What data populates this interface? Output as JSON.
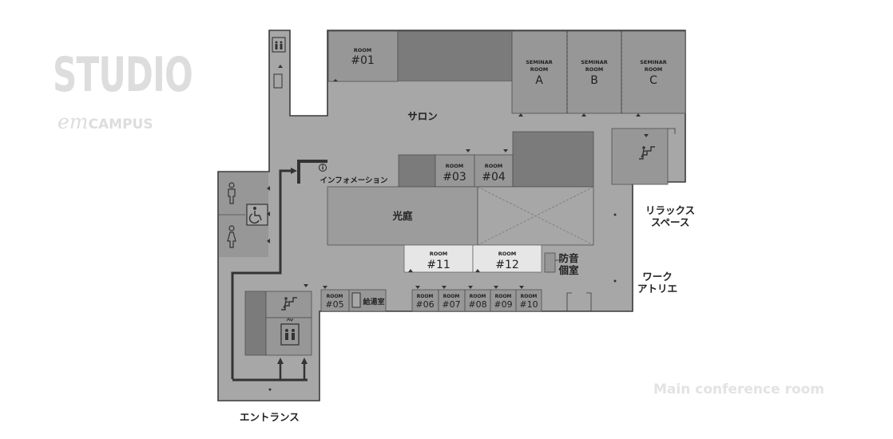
{
  "logo": {
    "main": "STUDIO",
    "sub_em": "em",
    "sub_campus": "CAMPUS"
  },
  "caption": "Main conference room",
  "rooms": {
    "r01": {
      "small": "ROOM",
      "num": "#01"
    },
    "r03": {
      "small": "ROOM",
      "num": "#03"
    },
    "r04": {
      "small": "ROOM",
      "num": "#04"
    },
    "r05": {
      "small": "ROOM",
      "num": "#05"
    },
    "r06": {
      "small": "ROOM",
      "num": "#06"
    },
    "r07": {
      "small": "ROOM",
      "num": "#07"
    },
    "r08": {
      "small": "ROOM",
      "num": "#08"
    },
    "r09": {
      "small": "ROOM",
      "num": "#09"
    },
    "r10": {
      "small": "ROOM",
      "num": "#10"
    },
    "r11": {
      "small": "ROOM",
      "num": "#11"
    },
    "r12": {
      "small": "ROOM",
      "num": "#12"
    },
    "seminar_a": {
      "l1": "SEMINAR",
      "l2": "ROOM",
      "letter": "A"
    },
    "seminar_b": {
      "l1": "SEMINAR",
      "l2": "ROOM",
      "letter": "B"
    },
    "seminar_c": {
      "l1": "SEMINAR",
      "l2": "ROOM",
      "letter": "C"
    }
  },
  "labels": {
    "salon": "サロン",
    "info": "インフォメーション",
    "courtyard": "光庭",
    "kitchen": "給湯室",
    "soundproof_l1": "防音",
    "soundproof_l2": "個室",
    "relax_l1": "リラックス",
    "relax_l2": "スペース",
    "work_l1": "ワーク",
    "work_l2": "アトリエ",
    "entrance": "エントランス"
  },
  "colors": {
    "floor": "#a7a7a7",
    "room": "#979797",
    "dark_room": "#7b7b7b",
    "light_room": "#e6e6e6",
    "courtyard": "#9c9c9c",
    "wall": "#3a3a3a",
    "route": "#333333"
  },
  "icons": [
    "elevator-icon",
    "stairs-icon",
    "male-toilet-icon",
    "female-toilet-icon",
    "accessible-toilet-icon",
    "info-icon",
    "vending-icon"
  ]
}
